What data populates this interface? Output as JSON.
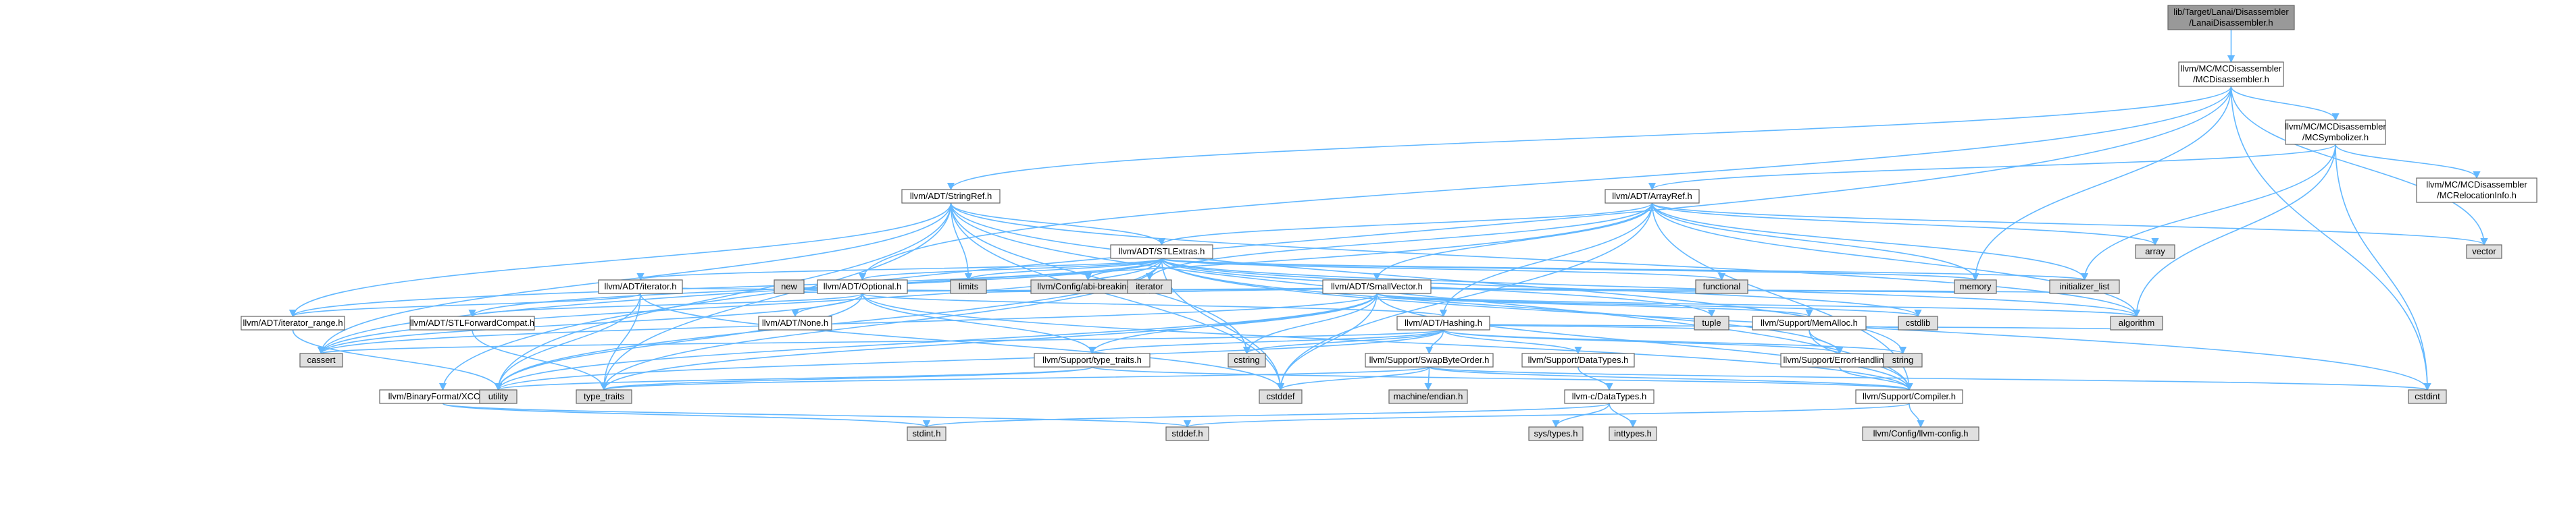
{
  "colors": {
    "edge": "#63b8ff",
    "border": "#666666",
    "node_fill": "#ffffff",
    "root_fill": "#999999",
    "system_fill": "#e0e0e0",
    "text": "#000000"
  },
  "nodes": [
    {
      "id": "root",
      "lines": [
        "lib/Target/Lanai/Disassembler",
        "/LanaiDisassembler.h"
      ],
      "kind": "root"
    },
    {
      "id": "mcdisasm",
      "lines": [
        "llvm/MC/MCDisassembler",
        "/MCDisassembler.h"
      ],
      "kind": "header"
    },
    {
      "id": "mcsym",
      "lines": [
        "llvm/MC/MCDisassembler",
        "/MCSymbolizer.h"
      ],
      "kind": "header"
    },
    {
      "id": "mcreloc",
      "lines": [
        "llvm/MC/MCDisassembler",
        "/MCRelocationInfo.h"
      ],
      "kind": "header"
    },
    {
      "id": "stringref",
      "lines": [
        "llvm/ADT/StringRef.h"
      ],
      "kind": "header"
    },
    {
      "id": "arrayref",
      "lines": [
        "llvm/ADT/ArrayRef.h"
      ],
      "kind": "header"
    },
    {
      "id": "stlextras",
      "lines": [
        "llvm/ADT/STLExtras.h"
      ],
      "kind": "header"
    },
    {
      "id": "abibreak",
      "lines": [
        "llvm/Config/abi-breaking.h"
      ],
      "kind": "system"
    },
    {
      "id": "iteratorh",
      "lines": [
        "llvm/ADT/iterator.h"
      ],
      "kind": "header"
    },
    {
      "id": "optional",
      "lines": [
        "llvm/ADT/Optional.h"
      ],
      "kind": "header"
    },
    {
      "id": "smallvector",
      "lines": [
        "llvm/ADT/SmallVector.h"
      ],
      "kind": "header"
    },
    {
      "id": "iterrange",
      "lines": [
        "llvm/ADT/iterator_range.h"
      ],
      "kind": "header"
    },
    {
      "id": "stlfwd",
      "lines": [
        "llvm/ADT/STLForwardCompat.h"
      ],
      "kind": "header"
    },
    {
      "id": "noneh",
      "lines": [
        "llvm/ADT/None.h"
      ],
      "kind": "header"
    },
    {
      "id": "hashing",
      "lines": [
        "llvm/ADT/Hashing.h"
      ],
      "kind": "header"
    },
    {
      "id": "memalloc",
      "lines": [
        "llvm/Support/MemAlloc.h"
      ],
      "kind": "header"
    },
    {
      "id": "typetraits",
      "lines": [
        "llvm/Support/type_traits.h"
      ],
      "kind": "header"
    },
    {
      "id": "swapbyte",
      "lines": [
        "llvm/Support/SwapByteOrder.h"
      ],
      "kind": "header"
    },
    {
      "id": "datatypes",
      "lines": [
        "llvm/Support/DataTypes.h"
      ],
      "kind": "header"
    },
    {
      "id": "errorhandling",
      "lines": [
        "llvm/Support/ErrorHandling.h"
      ],
      "kind": "header"
    },
    {
      "id": "compiler",
      "lines": [
        "llvm/Support/Compiler.h"
      ],
      "kind": "header"
    },
    {
      "id": "cdatatypes",
      "lines": [
        "llvm-c/DataTypes.h"
      ],
      "kind": "header"
    },
    {
      "id": "xcoff",
      "lines": [
        "llvm/BinaryFormat/XCOFF.h"
      ],
      "kind": "header"
    },
    {
      "id": "llvmconfig",
      "lines": [
        "llvm/Config/llvm-config.h"
      ],
      "kind": "system"
    },
    {
      "id": "machendian",
      "lines": [
        "machine/endian.h"
      ],
      "kind": "system"
    },
    {
      "id": "systypes",
      "lines": [
        "sys/types.h"
      ],
      "kind": "system"
    },
    {
      "id": "inttypes",
      "lines": [
        "inttypes.h"
      ],
      "kind": "system"
    },
    {
      "id": "stdint",
      "lines": [
        "stdint.h"
      ],
      "kind": "system"
    },
    {
      "id": "stddefh",
      "lines": [
        "stddef.h"
      ],
      "kind": "system"
    },
    {
      "id": "array",
      "lines": [
        "array"
      ],
      "kind": "system"
    },
    {
      "id": "vector",
      "lines": [
        "vector"
      ],
      "kind": "system"
    },
    {
      "id": "cstdint",
      "lines": [
        "cstdint"
      ],
      "kind": "system"
    },
    {
      "id": "memory",
      "lines": [
        "memory"
      ],
      "kind": "system"
    },
    {
      "id": "initlist",
      "lines": [
        "initializer_list"
      ],
      "kind": "system"
    },
    {
      "id": "cstdlib",
      "lines": [
        "cstdlib"
      ],
      "kind": "system"
    },
    {
      "id": "algorithm",
      "lines": [
        "algorithm"
      ],
      "kind": "system"
    },
    {
      "id": "functional",
      "lines": [
        "functional"
      ],
      "kind": "system"
    },
    {
      "id": "new",
      "lines": [
        "new"
      ],
      "kind": "system"
    },
    {
      "id": "limits",
      "lines": [
        "limits"
      ],
      "kind": "system"
    },
    {
      "id": "iterator",
      "lines": [
        "iterator"
      ],
      "kind": "system"
    },
    {
      "id": "cassert",
      "lines": [
        "cassert"
      ],
      "kind": "system"
    },
    {
      "id": "cstring",
      "lines": [
        "cstring"
      ],
      "kind": "system"
    },
    {
      "id": "tuple",
      "lines": [
        "tuple"
      ],
      "kind": "system"
    },
    {
      "id": "string",
      "lines": [
        "string"
      ],
      "kind": "system"
    },
    {
      "id": "utility",
      "lines": [
        "utility"
      ],
      "kind": "system"
    },
    {
      "id": "typetraitsstd",
      "lines": [
        "type_traits"
      ],
      "kind": "system"
    },
    {
      "id": "cstddef",
      "lines": [
        "cstddef"
      ],
      "kind": "system"
    }
  ],
  "edges": [
    [
      "root",
      "mcdisasm"
    ],
    [
      "mcdisasm",
      "mcsym"
    ],
    [
      "mcdisasm",
      "stringref"
    ],
    [
      "mcdisasm",
      "optional"
    ],
    [
      "mcdisasm",
      "xcoff"
    ],
    [
      "mcdisasm",
      "memory"
    ],
    [
      "mcdisasm",
      "vector"
    ],
    [
      "mcdisasm",
      "cstdint"
    ],
    [
      "mcsym",
      "arrayref"
    ],
    [
      "mcsym",
      "mcreloc"
    ],
    [
      "mcsym",
      "algorithm"
    ],
    [
      "mcsym",
      "cstdint"
    ],
    [
      "mcsym",
      "initlist"
    ],
    [
      "arrayref",
      "stlextras"
    ],
    [
      "arrayref",
      "smallvector"
    ],
    [
      "arrayref",
      "hashing"
    ],
    [
      "arrayref",
      "compiler"
    ],
    [
      "arrayref",
      "array"
    ],
    [
      "arrayref",
      "vector"
    ],
    [
      "arrayref",
      "memory"
    ],
    [
      "arrayref",
      "initlist"
    ],
    [
      "arrayref",
      "iterator"
    ],
    [
      "arrayref",
      "cassert"
    ],
    [
      "arrayref",
      "cstddef"
    ],
    [
      "arrayref",
      "algorithm"
    ],
    [
      "stringref",
      "stlextras"
    ],
    [
      "stringref",
      "iterrange"
    ],
    [
      "stringref",
      "compiler"
    ],
    [
      "stringref",
      "algorithm"
    ],
    [
      "stringref",
      "cassert"
    ],
    [
      "stringref",
      "cstddef"
    ],
    [
      "stringref",
      "cstring"
    ],
    [
      "stringref",
      "limits"
    ],
    [
      "stringref",
      "string"
    ],
    [
      "stringref",
      "typetraitsstd"
    ],
    [
      "stringref",
      "utility"
    ],
    [
      "stlextras",
      "abibreak"
    ],
    [
      "stlextras",
      "iteratorh"
    ],
    [
      "stlextras",
      "optional"
    ],
    [
      "stlextras",
      "iterrange"
    ],
    [
      "stlextras",
      "stlfwd"
    ],
    [
      "stlextras",
      "errorhandling"
    ],
    [
      "stlextras",
      "algorithm"
    ],
    [
      "stlextras",
      "cassert"
    ],
    [
      "stlextras",
      "cstddef"
    ],
    [
      "stlextras",
      "cstdint"
    ],
    [
      "stlextras",
      "cstdlib"
    ],
    [
      "stlextras",
      "functional"
    ],
    [
      "stlextras",
      "initlist"
    ],
    [
      "stlextras",
      "iterator"
    ],
    [
      "stlextras",
      "limits"
    ],
    [
      "stlextras",
      "memory"
    ],
    [
      "stlextras",
      "tuple"
    ],
    [
      "stlextras",
      "typetraitsstd"
    ],
    [
      "stlextras",
      "utility"
    ],
    [
      "iteratorh",
      "iterrange"
    ],
    [
      "iteratorh",
      "cstddef"
    ],
    [
      "iteratorh",
      "iterator"
    ],
    [
      "iteratorh",
      "typetraitsstd"
    ],
    [
      "iteratorh",
      "utility"
    ],
    [
      "optional",
      "noneh"
    ],
    [
      "optional",
      "stlfwd"
    ],
    [
      "optional",
      "hashing"
    ],
    [
      "optional",
      "compiler"
    ],
    [
      "optional",
      "typetraits"
    ],
    [
      "optional",
      "cassert"
    ],
    [
      "optional",
      "new"
    ],
    [
      "optional",
      "utility"
    ],
    [
      "smallvector",
      "compiler"
    ],
    [
      "smallvector",
      "memalloc"
    ],
    [
      "smallvector",
      "typetraits"
    ],
    [
      "smallvector",
      "algorithm"
    ],
    [
      "smallvector",
      "cassert"
    ],
    [
      "smallvector",
      "cstddef"
    ],
    [
      "smallvector",
      "cstdlib"
    ],
    [
      "smallvector",
      "cstring"
    ],
    [
      "smallvector",
      "functional"
    ],
    [
      "smallvector",
      "initlist"
    ],
    [
      "smallvector",
      "iterator"
    ],
    [
      "smallvector",
      "limits"
    ],
    [
      "smallvector",
      "memory"
    ],
    [
      "smallvector",
      "new"
    ],
    [
      "smallvector",
      "typetraitsstd"
    ],
    [
      "smallvector",
      "utility"
    ],
    [
      "iterrange",
      "utility"
    ],
    [
      "stlfwd",
      "typetraitsstd"
    ],
    [
      "hashing",
      "errorhandling"
    ],
    [
      "hashing",
      "swapbyte"
    ],
    [
      "hashing",
      "datatypes"
    ],
    [
      "hashing",
      "typetraits"
    ],
    [
      "hashing",
      "algorithm"
    ],
    [
      "hashing",
      "cassert"
    ],
    [
      "hashing",
      "cstring"
    ],
    [
      "hashing",
      "string"
    ],
    [
      "hashing",
      "tuple"
    ],
    [
      "hashing",
      "utility"
    ],
    [
      "memalloc",
      "compiler"
    ],
    [
      "memalloc",
      "errorhandling"
    ],
    [
      "memalloc",
      "cstdlib"
    ],
    [
      "typetraits",
      "compiler"
    ],
    [
      "typetraits",
      "typetraitsstd"
    ],
    [
      "typetraits",
      "utility"
    ],
    [
      "swapbyte",
      "compiler"
    ],
    [
      "swapbyte",
      "cstddef"
    ],
    [
      "swapbyte",
      "cstdint"
    ],
    [
      "swapbyte",
      "typetraitsstd"
    ],
    [
      "swapbyte",
      "machendian"
    ],
    [
      "datatypes",
      "cdatatypes"
    ],
    [
      "errorhandling",
      "compiler"
    ],
    [
      "errorhandling",
      "string"
    ],
    [
      "compiler",
      "llvmconfig"
    ],
    [
      "compiler",
      "stddefh"
    ],
    [
      "cdatatypes",
      "inttypes"
    ],
    [
      "cdatatypes",
      "systypes"
    ],
    [
      "cdatatypes",
      "stdint"
    ],
    [
      "xcoff",
      "stddefh"
    ],
    [
      "xcoff",
      "stdint"
    ]
  ]
}
